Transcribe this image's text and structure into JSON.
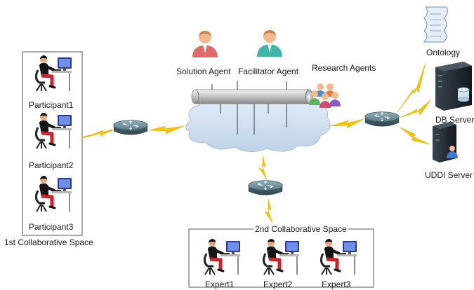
{
  "agents": {
    "solution": "Solution Agent",
    "facilitator": "Facilitator Agent",
    "research": "Research Agents"
  },
  "servers": {
    "ontology": "Ontology",
    "db": "DB Server",
    "uddi": "UDDI Server"
  },
  "space1": {
    "title": "1st Collaborative Space",
    "participants": [
      "Participant1",
      "Participant2",
      "Participant3"
    ]
  },
  "space2": {
    "title": "2nd Collaborative Space",
    "experts": [
      "Expert1",
      "Expert2",
      "Expert3"
    ]
  },
  "colors": {
    "lightning": "#f5c400",
    "cloud": "#d4e2f2",
    "router": "#4f6b73",
    "server": "#1e2329",
    "shirt_red": "#e06b6b",
    "shirt_teal": "#3fb6a8",
    "skin": "#f3b98f"
  }
}
